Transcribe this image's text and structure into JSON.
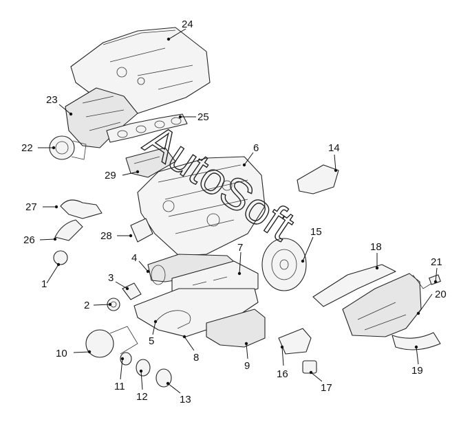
{
  "diagram": {
    "callouts": [
      {
        "id": "c1",
        "label": "1"
      },
      {
        "id": "c2",
        "label": "2"
      },
      {
        "id": "c3",
        "label": "3"
      },
      {
        "id": "c4",
        "label": "4"
      },
      {
        "id": "c5",
        "label": "5"
      },
      {
        "id": "c6",
        "label": "6"
      },
      {
        "id": "c7",
        "label": "7"
      },
      {
        "id": "c8",
        "label": "8"
      },
      {
        "id": "c9",
        "label": "9"
      },
      {
        "id": "c10",
        "label": "10"
      },
      {
        "id": "c11",
        "label": "11"
      },
      {
        "id": "c12",
        "label": "12"
      },
      {
        "id": "c13",
        "label": "13"
      },
      {
        "id": "c14",
        "label": "14"
      },
      {
        "id": "c15",
        "label": "15"
      },
      {
        "id": "c16",
        "label": "16"
      },
      {
        "id": "c17",
        "label": "17"
      },
      {
        "id": "c18",
        "label": "18"
      },
      {
        "id": "c19",
        "label": "19"
      },
      {
        "id": "c20",
        "label": "20"
      },
      {
        "id": "c21",
        "label": "21"
      },
      {
        "id": "c22",
        "label": "22"
      },
      {
        "id": "c23",
        "label": "23"
      },
      {
        "id": "c24",
        "label": "24"
      },
      {
        "id": "c25",
        "label": "25"
      },
      {
        "id": "c26",
        "label": "26"
      },
      {
        "id": "c27",
        "label": "27"
      },
      {
        "id": "c28",
        "label": "28"
      },
      {
        "id": "c29",
        "label": "29"
      }
    ],
    "watermark": "AutoSoft"
  }
}
